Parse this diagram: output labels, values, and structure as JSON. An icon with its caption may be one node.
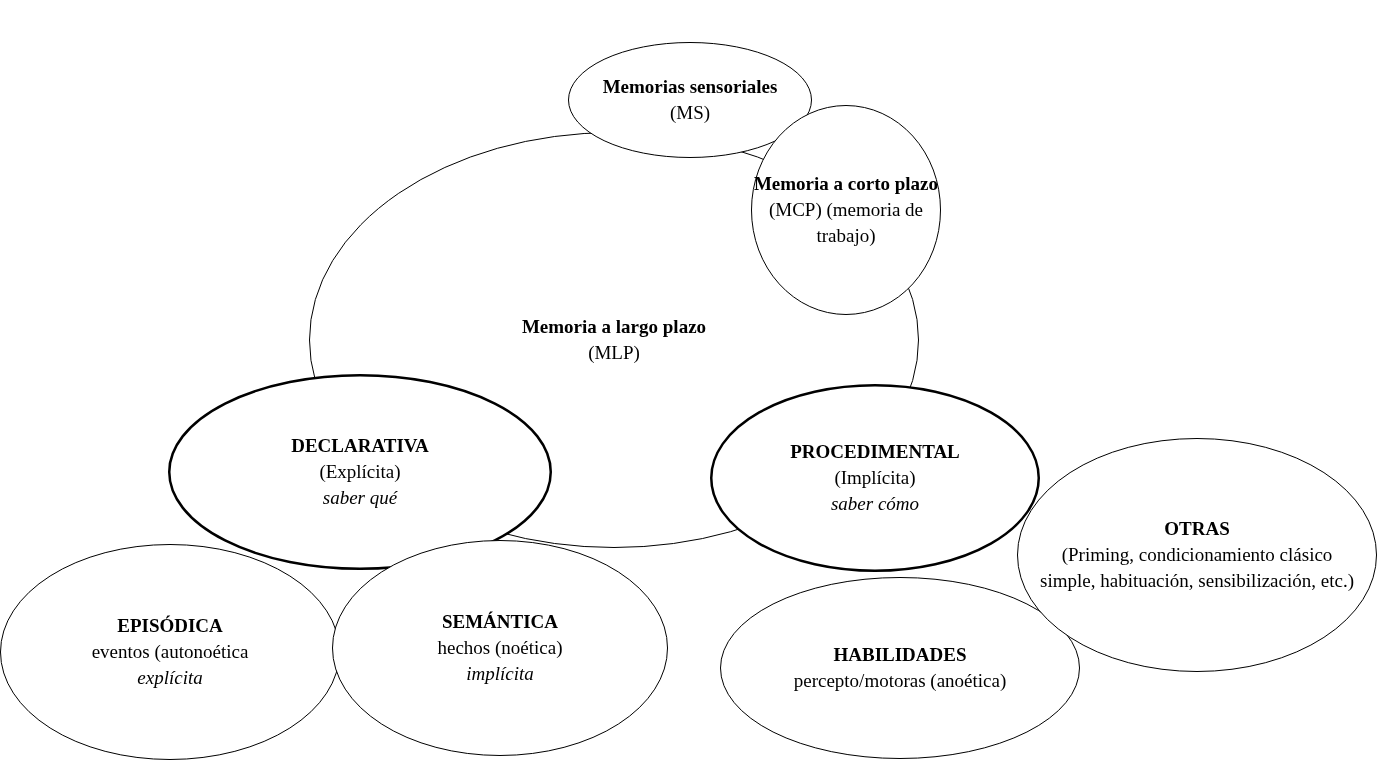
{
  "diagram": {
    "nodes": [
      {
        "text": [
          "Memorias sensoriales",
          "(MS)"
        ]
      },
      {
        "text": [
          "Memoria a corto plazo",
          "(MCP) (memoria de trabajo)"
        ]
      },
      {
        "text": [
          "Memoria a largo plazo",
          "(MLP)"
        ]
      },
      {
        "text": [
          "DECLARATIVA",
          "(Explícita)",
          "saber qué"
        ]
      },
      {
        "text": [
          "PROCEDIMENTAL",
          "(Implícita)",
          "saber cómo"
        ]
      },
      {
        "text": [
          "OTRAS",
          "(Priming, condicionamiento clásico simple, habituación, sensibilización, etc.)"
        ]
      },
      {
        "text": [
          "EPISÓDICA",
          "eventos (autonoética",
          "explícita"
        ]
      },
      {
        "text": [
          "SEMÁNTICA",
          "hechos (noética)",
          "implícita"
        ]
      },
      {
        "text": [
          "HABILIDADES",
          "percepto/motoras (anoética)"
        ]
      }
    ],
    "edges": []
  }
}
